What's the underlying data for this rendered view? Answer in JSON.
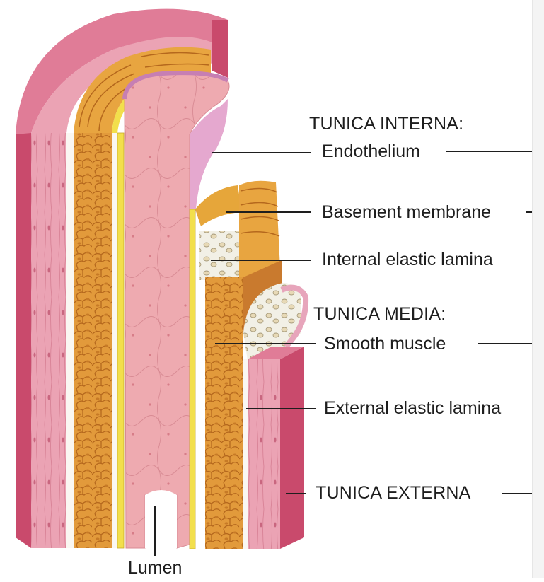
{
  "labels": {
    "tunica_interna": "TUNICA INTERNA:",
    "endothelium": "Endothelium",
    "basement_membrane": "Basement membrane",
    "internal_elastic_lamina": "Internal elastic lamina",
    "tunica_media": "TUNICA MEDIA:",
    "smooth_muscle": "Smooth muscle",
    "external_elastic_lamina": "External elastic lamina",
    "tunica_externa": "TUNICA EXTERNA",
    "lumen": "Lumen"
  },
  "colors": {
    "externa_outer": "#d4577a",
    "externa_face": "#eba3b4",
    "media_orange": "#e29a3b",
    "media_light": "#f3c57a",
    "elastic_yellow": "#f2df4c",
    "endothelium_pink": "#eeaab0",
    "internal_lining": "#e5a8cf",
    "basement_gold": "#e6a63a",
    "leader_line": "#1e1e1e"
  }
}
